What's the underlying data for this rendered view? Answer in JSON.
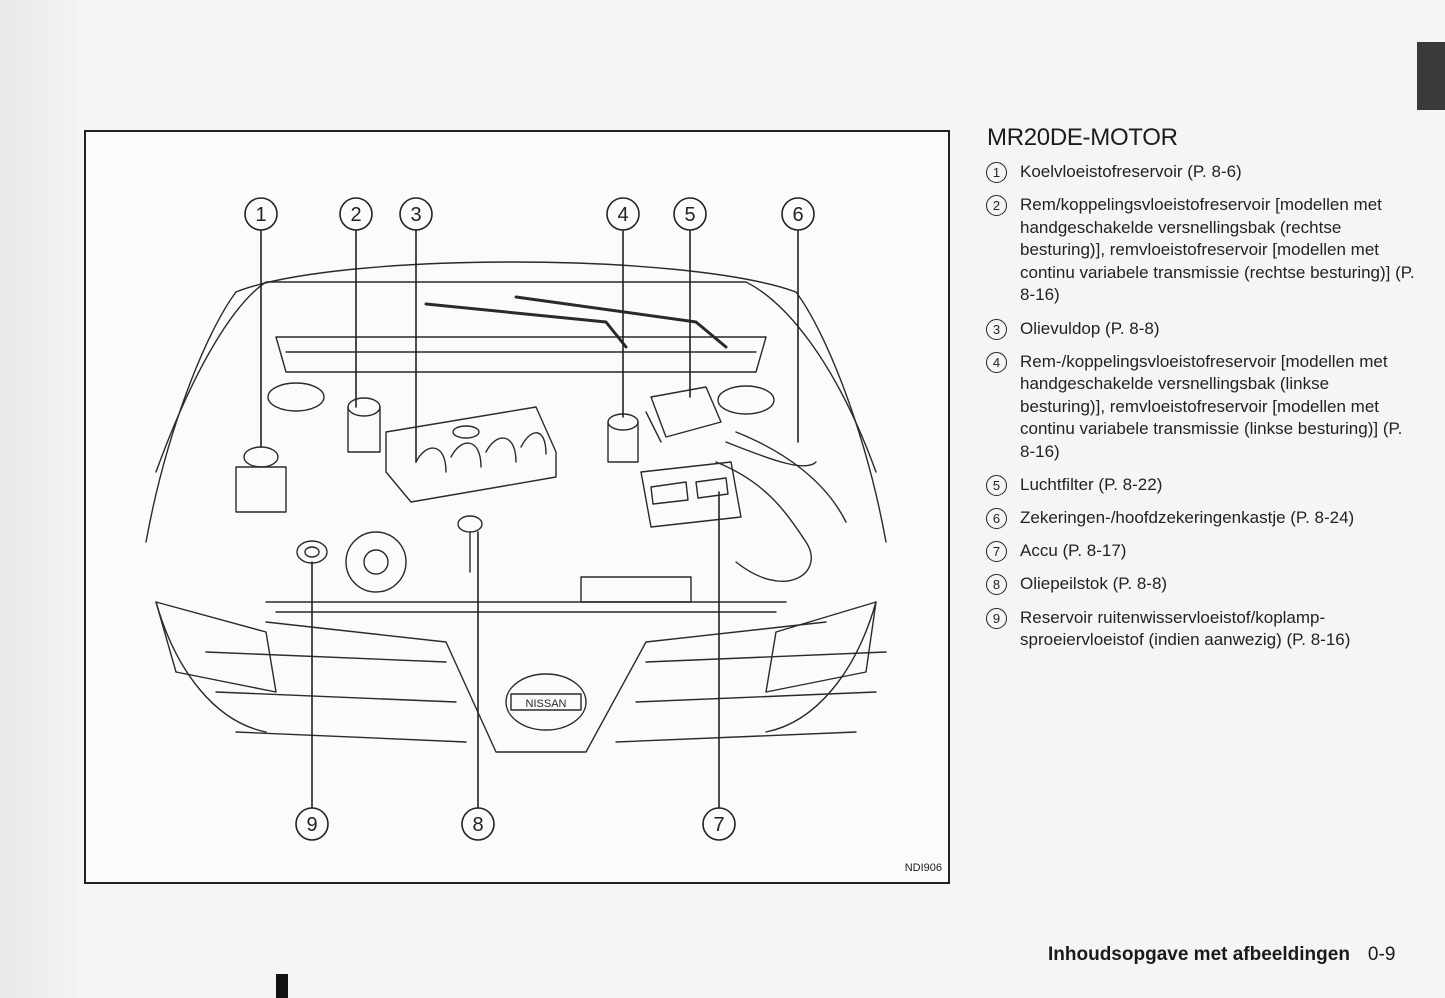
{
  "figure": {
    "code": "NDI906",
    "callouts": [
      "1",
      "2",
      "3",
      "4",
      "5",
      "6",
      "7",
      "8",
      "9"
    ],
    "grille_logo": "NISSAN"
  },
  "section": {
    "title": "MR20DE-MOTOR",
    "items": [
      {
        "num": "1",
        "text": "Koelvloeistofreservoir (P. 8-6)"
      },
      {
        "num": "2",
        "text": "Rem/koppelingsvloeistofreservoir [modellen met handgeschakelde versnellingsbak (rechtse besturing)], remvloeistofreservoir [modellen met continu variabele transmissie (rechtse besturing)] (P. 8-16)"
      },
      {
        "num": "3",
        "text": "Olievuldop (P. 8-8)"
      },
      {
        "num": "4",
        "text": "Rem-/koppelingsvloeistofreservoir [modellen met handgeschakelde versnellingsbak (linkse besturing)], remvloeistofreservoir [modellen met continu variabele transmissie (linkse besturing)] (P. 8-16)"
      },
      {
        "num": "5",
        "text": "Luchtfilter (P. 8-22)"
      },
      {
        "num": "6",
        "text": "Zekeringen-/hoofdzekeringenkastje (P. 8-24)"
      },
      {
        "num": "7",
        "text": "Accu (P. 8-17)"
      },
      {
        "num": "8",
        "text": "Oliepeilstok (P. 8-8)"
      },
      {
        "num": "9",
        "text": "Reservoir ruitenwisservloeistof/koplamp-sproeiervloeistof (indien aanwezig) (P. 8-16)"
      }
    ]
  },
  "footer": {
    "section_name": "Inhoudsopgave met afbeeldingen",
    "page_number": "0-9"
  },
  "colors": {
    "ink": "#1a1a1a",
    "paper": "#f5f5f3",
    "tab": "#3a3a3a"
  }
}
